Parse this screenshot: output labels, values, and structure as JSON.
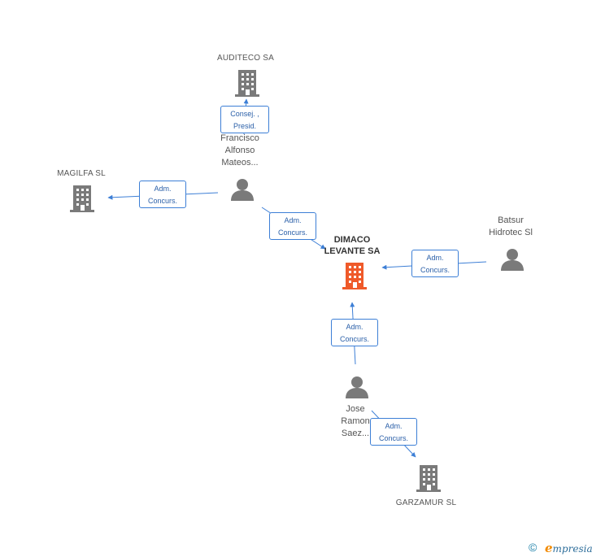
{
  "colors": {
    "main_company": "#ef5a2a",
    "company": "#7a7a7a",
    "person": "#7a7a7a",
    "edge": "#3d7fd6",
    "edge_text": "#2a5fa8"
  },
  "nodes": {
    "auditeco": {
      "label": "AUDITECO SA",
      "type": "company"
    },
    "magilfa": {
      "label": "MAGILFA SL",
      "type": "company"
    },
    "dimaco": {
      "label": "DIMACO\nLEVANTE SA",
      "type": "main-company"
    },
    "francisco": {
      "label": "Francisco\nAlfonso\nMateos...",
      "type": "person"
    },
    "batsur": {
      "label": "Batsur\nHidrotec Sl",
      "type": "person"
    },
    "jose": {
      "label": "Jose\nRamon\nSaez...",
      "type": "person"
    },
    "garzamur": {
      "label": "GARZAMUR SL",
      "type": "company"
    }
  },
  "edges": {
    "e1": {
      "label": "Consej. ,\nPresid."
    },
    "e2": {
      "label": "Adm.\nConcurs."
    },
    "e3": {
      "label": "Adm.\nConcurs."
    },
    "e4": {
      "label": "Adm.\nConcurs."
    },
    "e5": {
      "label": "Adm.\nConcurs."
    },
    "e6": {
      "label": "Adm.\nConcurs."
    }
  },
  "footer": {
    "copyright": "©",
    "brand_initial": "e",
    "brand_rest": "mpresia"
  }
}
